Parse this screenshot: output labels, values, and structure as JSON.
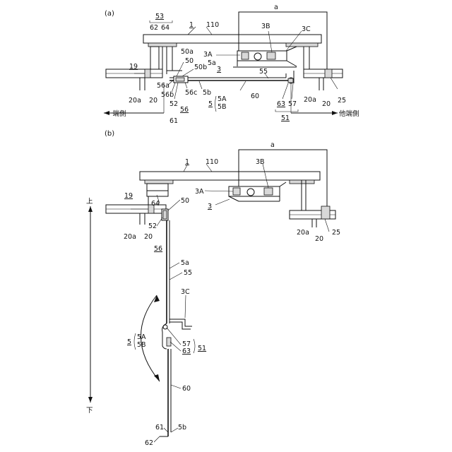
{
  "panel_a": {
    "caption": "(a)",
    "labels": {
      "l1": "1",
      "l110": "110",
      "la": "a",
      "l53": "53",
      "l62": "62",
      "l64": "64",
      "l3B": "3B",
      "l3C": "3C",
      "l50a": "50a",
      "l3A": "3A",
      "l50": "50",
      "l5a": "5a",
      "l19": "19",
      "l56a": "56a",
      "l50b": "50b",
      "l3": "3",
      "l55": "55",
      "l20a_left": "20a",
      "l20_left": "20",
      "l56b": "56b",
      "l52": "52",
      "l56c": "56c",
      "l5b": "5b",
      "l60": "60",
      "l5A": "5A",
      "l5B": "5B",
      "l5": "5",
      "l63": "63",
      "l57": "57",
      "l51": "51",
      "l20a_right": "20a",
      "l20_right": "20",
      "l25": "25",
      "l56": "56",
      "l61": "61"
    },
    "direction_left": "一端側",
    "direction_right": "他端側"
  },
  "panel_b": {
    "caption": "(b)",
    "labels": {
      "l1": "1",
      "l110": "110",
      "la": "a",
      "l3B": "3B",
      "l3A": "3A",
      "l3": "3",
      "l19": "19",
      "l64": "64",
      "l50": "50",
      "l52": "52",
      "l20a_left": "20a",
      "l20_left": "20",
      "l56": "56",
      "l5a": "5a",
      "l55": "55",
      "l3C": "3C",
      "l5A": "5A",
      "l5B": "5B",
      "l5": "5",
      "l57": "57",
      "l63": "63",
      "l51": "51",
      "l60": "60",
      "l61": "61",
      "l5b": "5b",
      "l62": "62",
      "l20a_right": "20a",
      "l20_right": "20",
      "l25": "25"
    },
    "vertical_top": "上",
    "vertical_bottom": "下"
  }
}
